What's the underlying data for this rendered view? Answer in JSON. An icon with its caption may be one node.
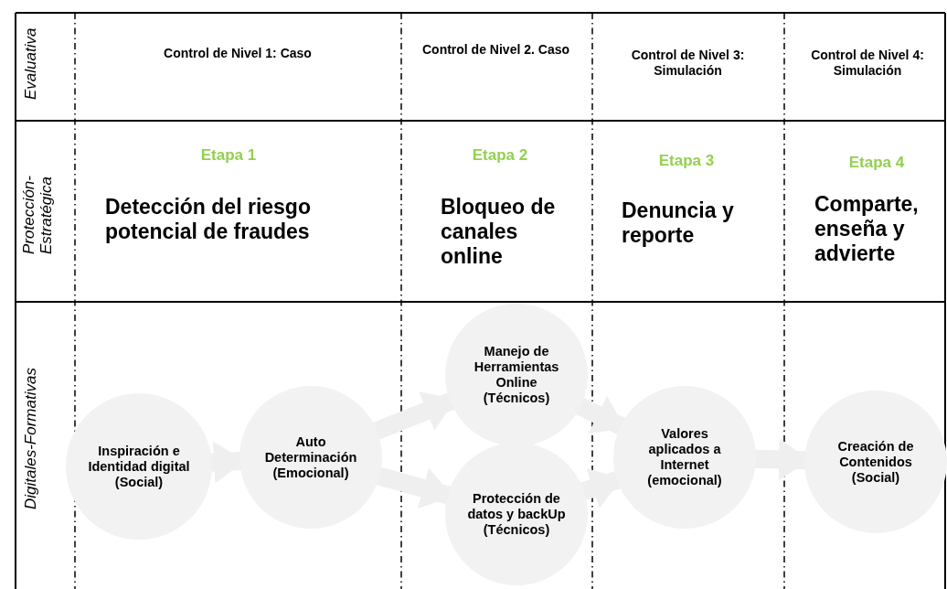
{
  "diagram": {
    "nodes": [
      {
        "text": [
          "Inspiración e Identidad digital (Social)"
        ]
      },
      {
        "text": [
          "Auto Determinación (Emocional)"
        ]
      },
      {
        "text": [
          "Manejo de Herramientas Online (Técnicos)"
        ]
      },
      {
        "text": [
          "Protección de datos y backUp (Técnicos)"
        ]
      },
      {
        "text": [
          "Valores aplicados a Internet (emocional)"
        ]
      },
      {
        "text": [
          "Creación de Contenidos (Social)"
        ]
      }
    ],
    "edges": [
      {
        "from": 0,
        "to": 1,
        "arrow": "to"
      },
      {
        "from": 1,
        "to": 2,
        "arrow": "to"
      },
      {
        "from": 1,
        "to": 3,
        "arrow": "to"
      },
      {
        "from": 2,
        "to": 4,
        "arrow": "to"
      },
      {
        "from": 3,
        "to": 4,
        "arrow": "to"
      },
      {
        "from": 4,
        "to": 5,
        "arrow": "to"
      }
    ],
    "labels": [
      "Evaluativa",
      "Control de Nivel 1: Caso",
      "Control de Nivel 2. Caso",
      "Control de Nivel 3: Simulación",
      "Control de Nivel 4: Simulación",
      "Protección- Estratégica",
      "Etapa 1",
      "Detección del riesgo potencial de fraudes",
      "Etapa 2",
      "Bloqueo de canales online",
      "Etapa 3",
      "Denuncia y reporte",
      "Etapa 4",
      "Comparte, enseña y advierte",
      "Digitales-Formativas"
    ]
  }
}
